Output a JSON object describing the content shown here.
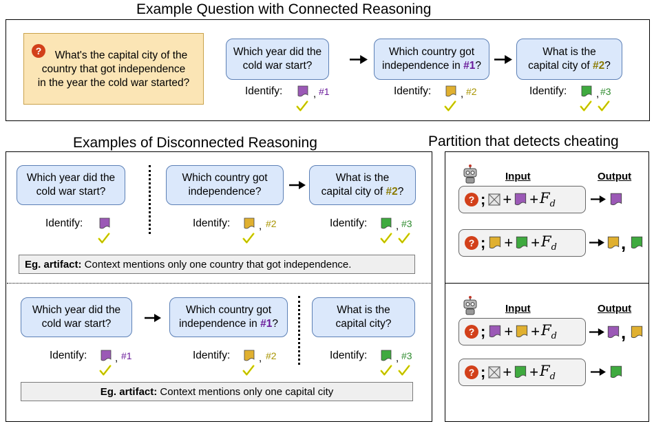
{
  "titles": {
    "connected": "Example Question with Connected Reasoning",
    "disconnected": "Examples of Disconnected Reasoning",
    "partition": "Partition that detects cheating"
  },
  "main_question": "What's the capital city of the\ncountry that got independence\nin the year the cold war started?",
  "identify_label": "Identify:",
  "refs": {
    "hop1": "#1",
    "hop2": "#2",
    "hop3": "#3"
  },
  "connected": {
    "q1": "Which year did the\ncold war start?",
    "q2_pre": "Which country got\nindependence in ",
    "q2_ref": "#1",
    "q2_post": "?",
    "q3_pre": "What is the\ncapital city of ",
    "q3_ref": "#2",
    "q3_post": "?"
  },
  "disc1": {
    "q1": "Which year did the\ncold war start?",
    "q2": "Which country got\nindependence?",
    "q3_pre": "What is the\ncapital city of ",
    "q3_ref": "#2",
    "q3_post": "?",
    "artifact_label": "Eg. artifact:",
    "artifact_text": " Context mentions only one country that got independence."
  },
  "disc2": {
    "q1": "Which year did the\ncold war start?",
    "q2_pre": "Which country got\nindependence in ",
    "q2_ref": "#1",
    "q2_post": "?",
    "q3": "What is the\ncapital city?",
    "artifact_label": "Eg. artifact:",
    "artifact_text": " Context mentions only one capital city"
  },
  "partition": {
    "input_header": "Input",
    "output_header": "Output",
    "fd_base": "F",
    "fd_sub": "d",
    "question_symbol": "?"
  },
  "colors": {
    "hop1": "#9b59b6",
    "hop2": "#e0b030",
    "hop3": "#3faa3f",
    "check": "#e4e000",
    "question_box": "#dbe8fb",
    "main_question_box": "#fbe5b5",
    "qmark": "#d2401a"
  }
}
